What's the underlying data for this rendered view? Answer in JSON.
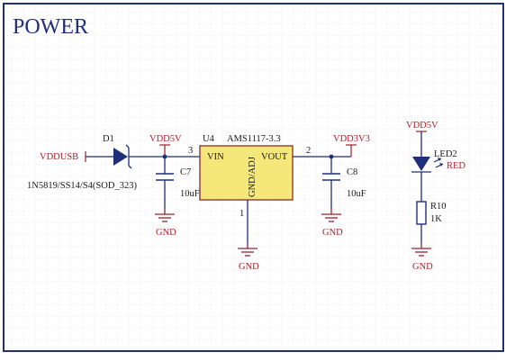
{
  "title": "POWER",
  "nets": {
    "vddusb": "VDDUSB",
    "vdd5v_reg": "VDD5V",
    "vdd3v3": "VDD3V3",
    "vdd5v_led": "VDD5V"
  },
  "d1": {
    "ref": "D1",
    "value": "1N5819/SS14/S4(SOD_323)"
  },
  "c7": {
    "ref": "C7",
    "value": "10uF"
  },
  "c8": {
    "ref": "C8",
    "value": "10uF"
  },
  "u4": {
    "ref": "U4",
    "part": "AMS1117-3.3",
    "vin": "VIN",
    "vout": "VOUT",
    "gnd": "GND/ADJ",
    "pin_vin": "3",
    "pin_vout": "2",
    "pin_gnd": "1"
  },
  "led2": {
    "ref": "LED2",
    "value": "RED"
  },
  "r10": {
    "ref": "R10",
    "value": "1K"
  },
  "gnd_label": "GND",
  "colors": {
    "frame": "#1f2f7a",
    "wire": "#1f2f7a",
    "net_label": "#a8202a",
    "component_fill": "#f6e77a",
    "grid": "#c9ccd4"
  }
}
